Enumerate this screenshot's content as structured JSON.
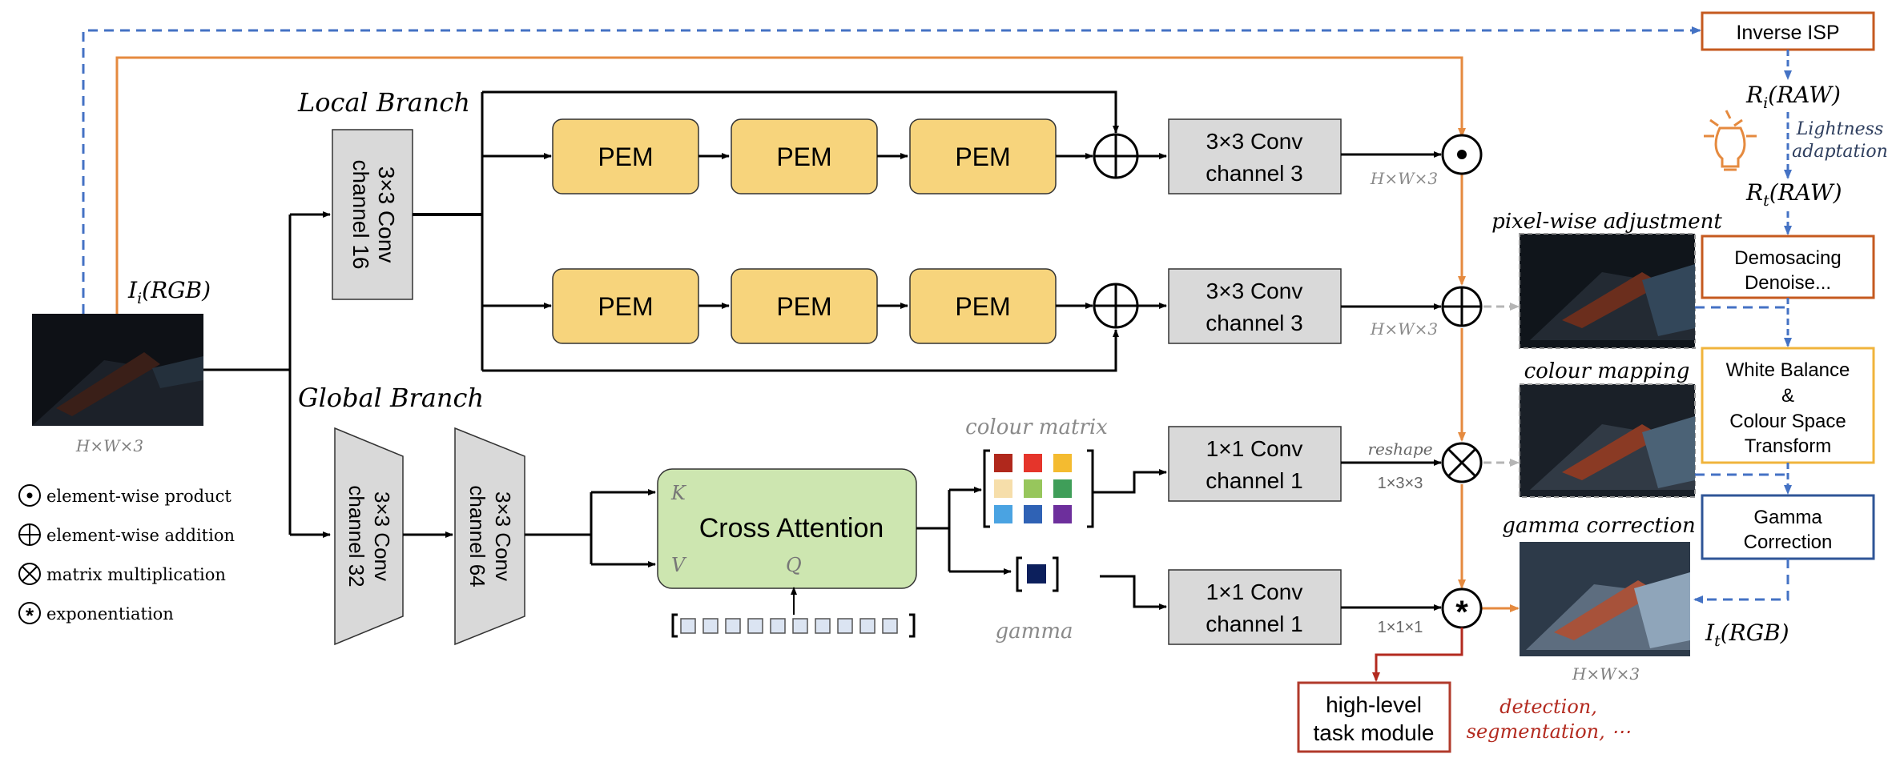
{
  "input": {
    "label": "I_i(RGB)",
    "label_main": "I",
    "label_sub": "i",
    "label_tail": "(RGB)",
    "dims": "H×W×3"
  },
  "branches": {
    "local": "Local Branch",
    "global": "Global Branch"
  },
  "local_conv": {
    "line1": "3×3 Conv",
    "line2": "channel 16"
  },
  "pem_label": "PEM",
  "local_out_conv": {
    "line1": "3×3 Conv",
    "line2": "channel 3"
  },
  "local_out_dims": "H×W×3",
  "global_conv1": {
    "line1": "3×3 Conv",
    "line2": "channel 32"
  },
  "global_conv2": {
    "line1": "3×3 Conv",
    "line2": "channel 64"
  },
  "cross_attention": {
    "title": "Cross Attention",
    "k": "K",
    "v": "V",
    "q": "Q"
  },
  "colour_matrix": {
    "label": "colour matrix",
    "colors": [
      "#b0281c",
      "#e5352b",
      "#f4bb30",
      "#f6deaa",
      "#97c65c",
      "#3f9e59",
      "#4aa3e2",
      "#2f62b5",
      "#6d2f9c"
    ]
  },
  "gamma": {
    "label": "gamma",
    "color": "#0c1f5c"
  },
  "conv_1x1_a": {
    "line1": "1×1 Conv",
    "line2": "channel 1"
  },
  "conv_1x1_b": {
    "line1": "1×1 Conv",
    "line2": "channel 1"
  },
  "reshape": {
    "label": "reshape",
    "dims": "1×3×3"
  },
  "gamma_dims": "1×1×1",
  "high_level": {
    "line1": "high-level",
    "line2": "task module"
  },
  "tasks_text": {
    "line1": "detection,",
    "line2": "segmentation, ⋯"
  },
  "stages": {
    "pixel_wise": "pixel-wise adjustment",
    "colour_mapping": "colour mapping",
    "gamma_correction": "gamma correction"
  },
  "output": {
    "label_main": "I",
    "label_sub": "t",
    "label_tail": "(RGB)",
    "dims": "H×W×3"
  },
  "isp": {
    "inverse_isp": "Inverse ISP",
    "ri_main": "R",
    "ri_sub": "i",
    "ri_tail": "(RAW)",
    "rt_main": "R",
    "rt_sub": "t",
    "rt_tail": "(RAW)",
    "lightness1": "Lightness",
    "lightness2": "adaptation",
    "demosaic1": "Demosacing",
    "demosaic2": "Denoise...",
    "wb1": "White Balance",
    "wb2": "&",
    "wb3": "Colour Space",
    "wb4": "Transform",
    "gamma1": "Gamma",
    "gamma2": "Correction"
  },
  "legend": [
    {
      "symbol": "odot",
      "label": "element-wise product"
    },
    {
      "symbol": "oplus",
      "label": "element-wise addition"
    },
    {
      "symbol": "otimes",
      "label": "matrix multiplication"
    },
    {
      "symbol": "ast",
      "label": "exponentiation"
    }
  ],
  "colors": {
    "orange": "#e58a3f",
    "blue_dash": "#4472c4",
    "red_box": "#b13a2b",
    "pem_fill": "#f7d47c",
    "ca_fill": "#cde6b0",
    "conv_fill": "#d9d9d9",
    "isp_orange": "#c55a1f",
    "isp_yellow": "#f0b43c",
    "isp_blue": "#2f5597",
    "task_red": "#b32a1f"
  }
}
